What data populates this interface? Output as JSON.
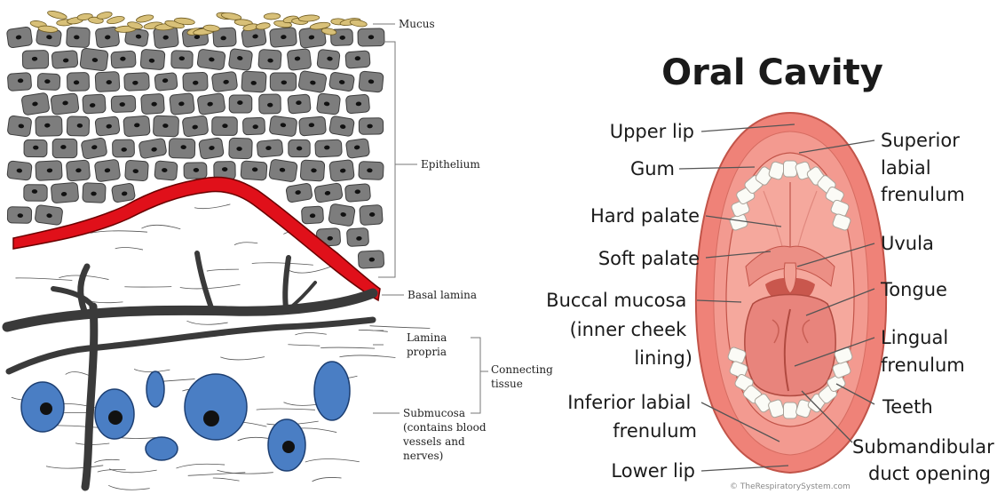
{
  "left_diagram": {
    "labels": {
      "mucus": "Mucus",
      "epithelium": "Epithelium",
      "basal_lamina": "Basal lamina",
      "lamina_propria": [
        "Lamina",
        "propria"
      ],
      "connecting_tissue": [
        "Connecting",
        "tissue"
      ],
      "submucosa": [
        "Submucosa",
        "(contains blood",
        "vessels and",
        "nerves)"
      ]
    }
  },
  "right_diagram": {
    "title": "Oral Cavity",
    "labels_left": {
      "upper_lip": "Upper lip",
      "gum": "Gum",
      "hard_palate": "Hard palate",
      "soft_palate": "Soft palate",
      "buccal_mucosa": [
        "Buccal mucosa",
        "(inner cheek",
        "lining)"
      ],
      "inferior_labial_frenulum": [
        "Inferior labial",
        "frenulum"
      ],
      "lower_lip": "Lower lip"
    },
    "labels_right": {
      "superior_labial_frenulum": [
        "Superior",
        "labial",
        "frenulum"
      ],
      "uvula": "Uvula",
      "tongue": "Tongue",
      "lingual_frenulum": [
        "Lingual",
        "frenulum"
      ],
      "teeth": "Teeth",
      "submandibular_duct_opening": [
        "Submandibular",
        "duct opening"
      ]
    },
    "copyright": "© TheRespiratorySystem.com"
  },
  "colors": {
    "mucus": "#d8c078",
    "cell": "#7d7d7d",
    "nucleus": "#111111",
    "basal_lamina": "#e0101a",
    "vessel": "#3a3a3a",
    "blood_cell": "#4a7ec4",
    "lip": "#ef8278",
    "mouth_inner": "#f5a89d",
    "tongue": "#e8847c",
    "tooth": "#fbfbf6"
  }
}
